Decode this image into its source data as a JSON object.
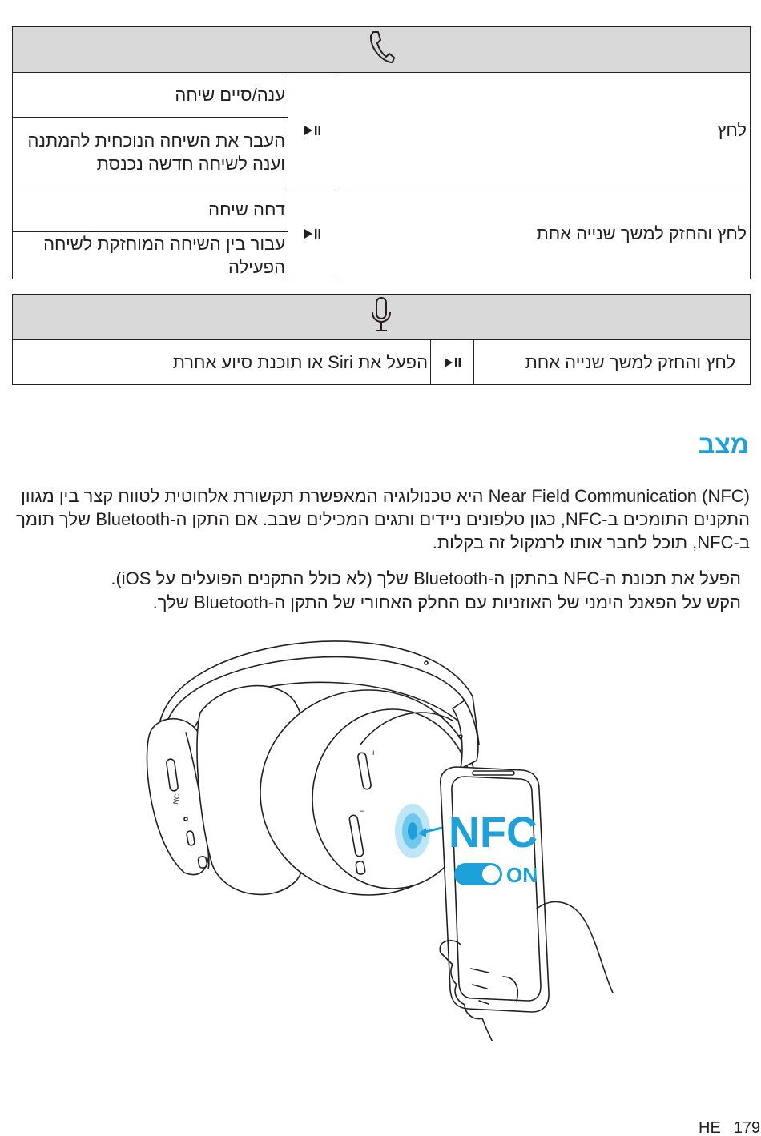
{
  "call_table": {
    "header_icon": "phone-icon",
    "groups": [
      {
        "action": "לחץ",
        "button_icon": "play-pause-icon",
        "results": [
          "ענה/סיים שיחה",
          "העבר את השיחה הנוכחית להמתנה וענה לשיחה חדשה נכנסת"
        ]
      },
      {
        "action": "לחץ והחזק למשך שנייה אחת",
        "button_icon": "play-pause-icon",
        "results": [
          "דחה שיחה",
          "עבור בין השיחה המוחזקת לשיחה הפעילה"
        ]
      }
    ]
  },
  "voice_table": {
    "header_icon": "microphone-icon",
    "action": "לחץ והחזק למשך שנייה אחת",
    "button_icon": "play-pause-icon",
    "result": "הפעל את Siri או תוכנת סיוע אחרת"
  },
  "nfc_section": {
    "title": "מצב",
    "paragraph": "Near Field Communication (NFC) היא טכנולוגיה המאפשרת תקשורת אלחוטית לטווח קצר בין מגוון התקנים התומכים ב-NFC, כגון טלפונים ניידים ותגים המכילים שבב. אם התקן ה-Bluetooth שלך תומך ב-NFC, תוכל לחבר אותו לרמקול זה בקלות.",
    "steps": [
      "הפעל את תכונת ה-NFC בהתקן ה-Bluetooth שלך (לא כולל התקנים הפועלים על iOS).",
      "הקש על הפאנל הימני של האוזניות עם החלק האחורי של התקן ה-Bluetooth שלך."
    ]
  },
  "illustration": {
    "nfc_label": "NFC",
    "toggle_label": "ON",
    "earcup_nc_label": "NC",
    "plus_label": "+",
    "minus_label": "–",
    "accent_color": "#1ea1da"
  },
  "footer": {
    "language": "HE",
    "page_number": "179"
  }
}
